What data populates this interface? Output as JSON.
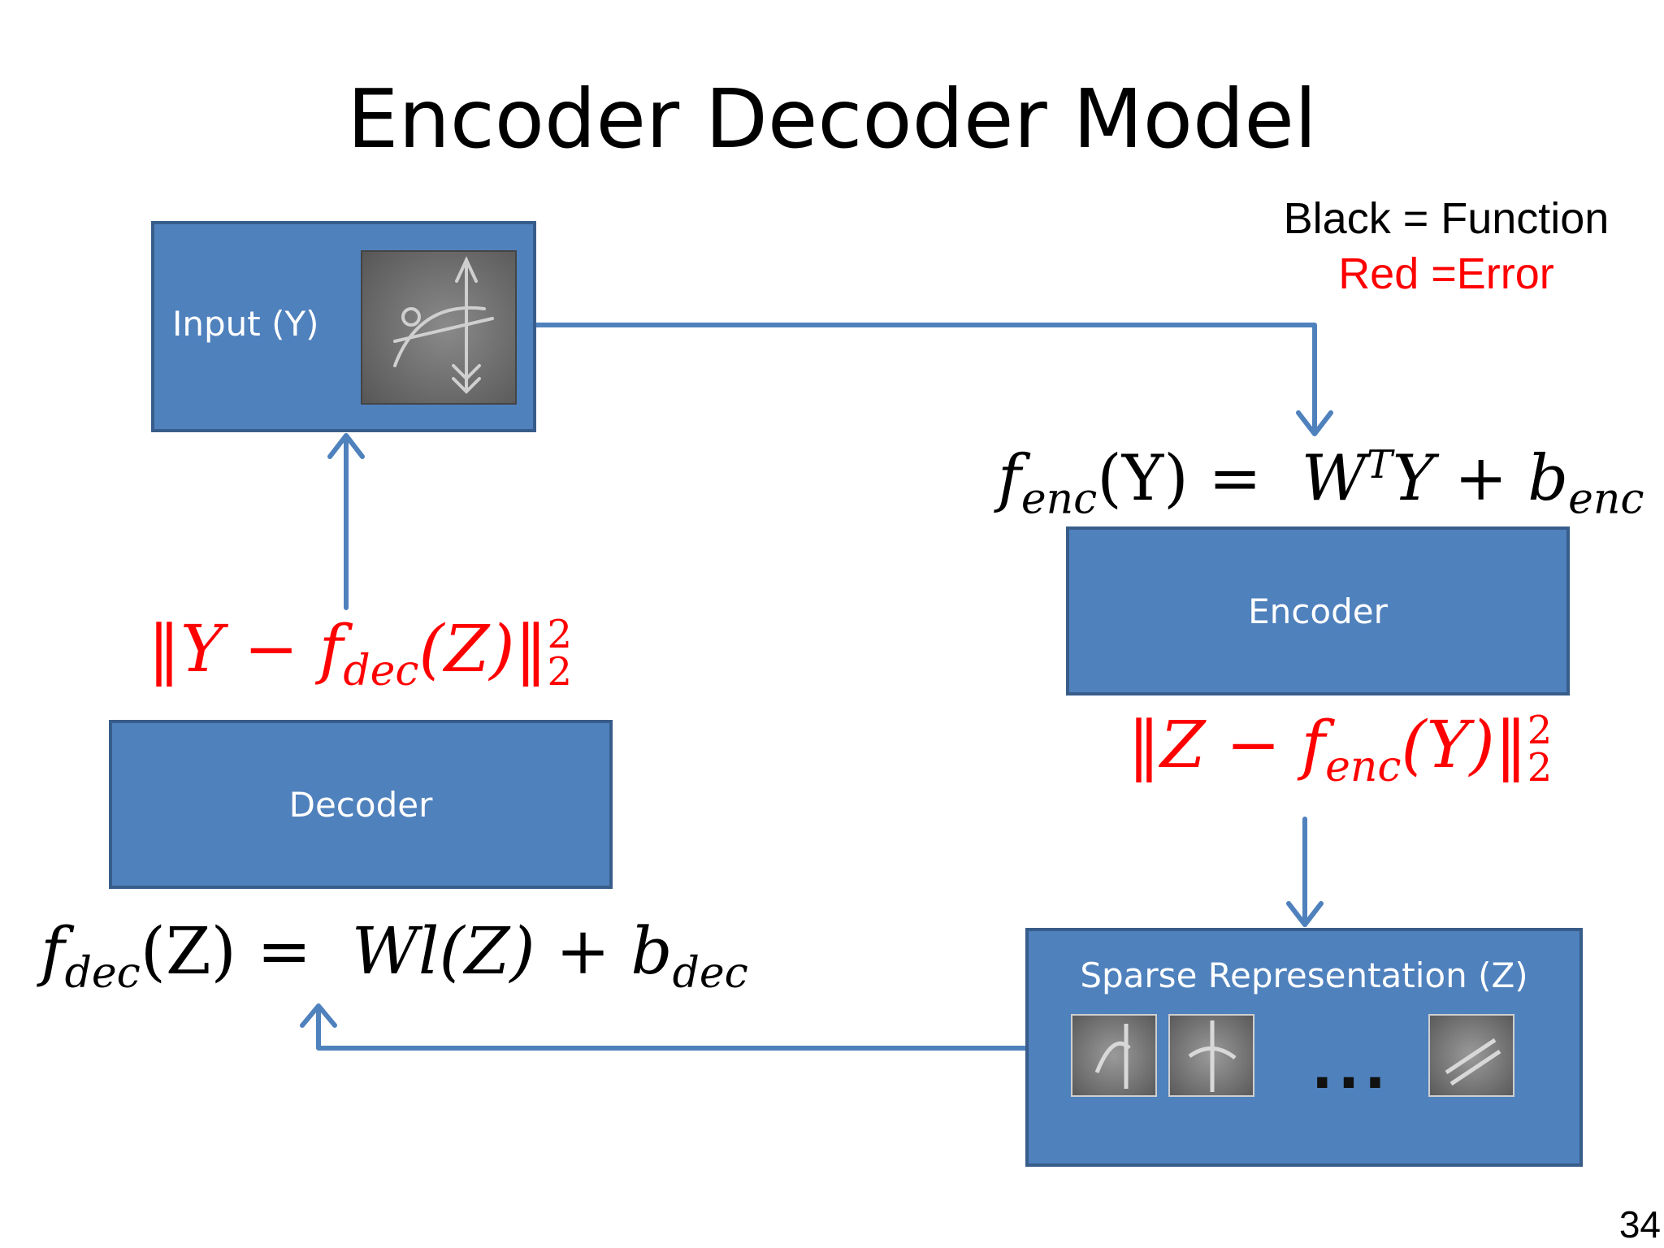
{
  "slide": {
    "title": "Encoder Decoder Model",
    "page_number": "34"
  },
  "legend": {
    "black_line": "Black = Function",
    "red_line": "Red =Error"
  },
  "boxes": {
    "input_label": "Input (Y)",
    "encoder_label": "Encoder",
    "decoder_label": "Decoder",
    "sparse_label": "Sparse Representation (Z)",
    "ellipsis": "..."
  },
  "equations": {
    "f_enc": {
      "lhs_f": "f",
      "lhs_sub": "enc",
      "lhs_arg": "(Y) =",
      "w": "W",
      "sup": "T",
      "rest": "Y + b",
      "b_sub": "enc"
    },
    "enc_error": {
      "open": "‖Z − f",
      "sub": "enc",
      "close": "(Y)‖",
      "sup": "2",
      "lower": "2"
    },
    "dec_error": {
      "open": "‖Y − f",
      "sub": "dec",
      "close": "(Z)‖",
      "sup": "2",
      "lower": "2"
    },
    "f_dec": {
      "lhs_f": "f",
      "lhs_sub": "dec",
      "lhs_arg": "(Z) =",
      "rhs": "Wl(Z) + b",
      "b_sub": "dec"
    }
  },
  "colors": {
    "box_fill": "#4f81bd",
    "box_border": "#385d8a",
    "function": "#000000",
    "error": "#ff0000"
  }
}
